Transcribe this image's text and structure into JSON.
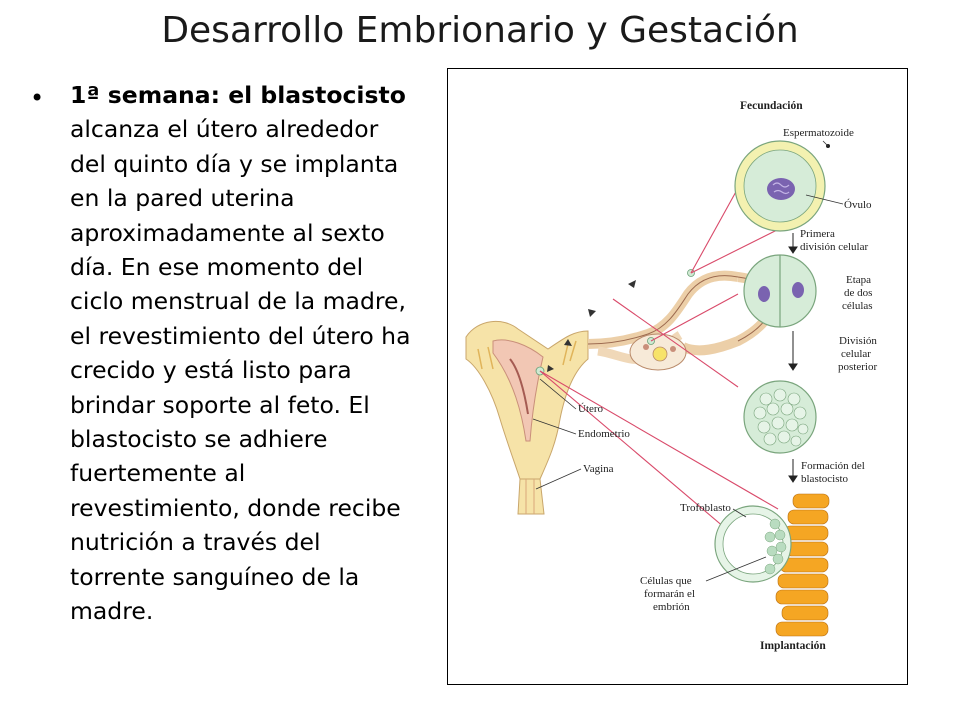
{
  "slide": {
    "title": "Desarrollo Embrionario y Gestación",
    "bullet_symbol": "•",
    "bullet_heading": "1ª semana: el blastocisto",
    "bullet_body": " alcanza el útero alrededor del quinto día y se implanta en la pared uterina aproximadamente al sexto día. En ese momento del ciclo menstrual de la madre, el revestimiento del útero ha crecido y está listo para brindar soporte al feto. El blastocisto se adhiere fuertemente al revestimiento, donde recibe nutrición a través del torrente sanguíneo de la madre."
  },
  "figure": {
    "fecundacion": "Fecundación",
    "espermatozoide": "Espermatozoide",
    "ovulo": "Óvulo",
    "primera_l1": "Primera",
    "primera_l2": "división celular",
    "etapa_l1": "Etapa",
    "etapa_l2": "de dos",
    "etapa_l3": "células",
    "division_l1": "División",
    "division_l2": "celular",
    "division_l3": "posterior",
    "formacion_l1": "Formación del",
    "formacion_l2": "blastocisto",
    "utero": "Útero",
    "endometrio": "Endometrio",
    "vagina": "Vagina",
    "trofoblasto": "Trofoblasto",
    "celulas_l1": "Células que",
    "celulas_l2": "formarán el",
    "celulas_l3": "embrión",
    "implantacion": "Implantación"
  },
  "colors": {
    "cell_fill": "#d6ecd8",
    "cell_ring": "#f3f1b0",
    "nucleus": "#7a63b0",
    "arrow_line": "#d94a6a",
    "tissue_orange": "#f5a623",
    "uterus_pink": "#f2c7b4"
  }
}
